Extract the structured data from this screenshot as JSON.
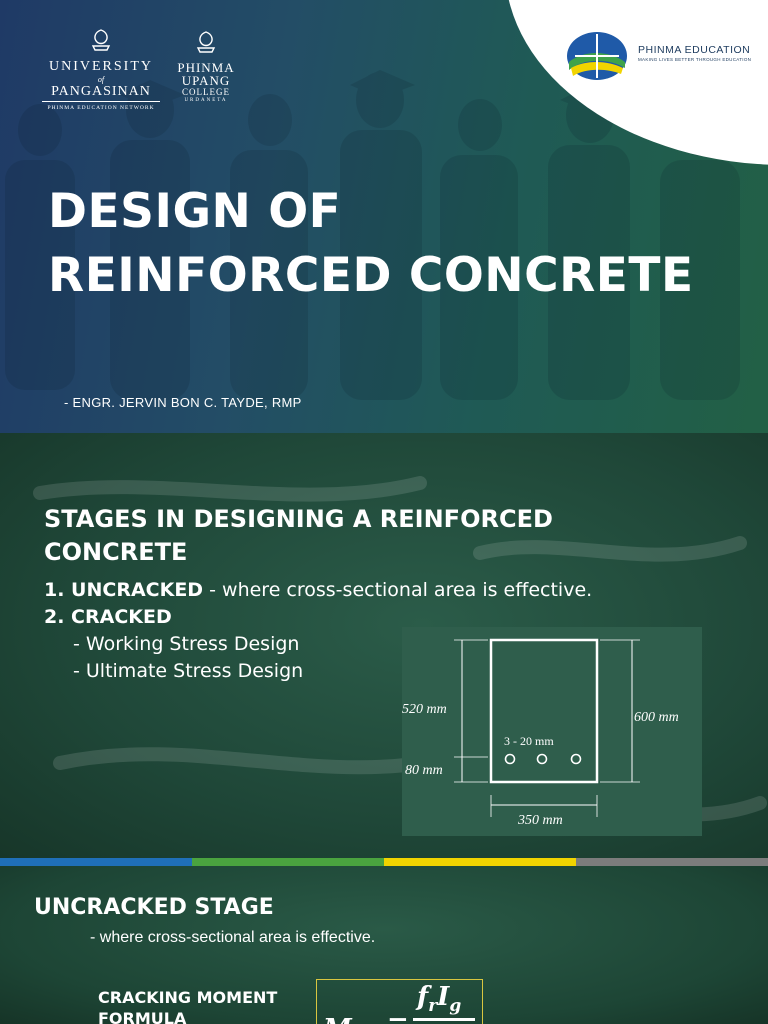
{
  "slide1": {
    "logo_up": {
      "line1": "UNIVERSITY",
      "line2": "of",
      "line3": "PANGASINAN",
      "line4": "PHINMA EDUCATION NETWORK"
    },
    "logo_pu": {
      "line1": "PHINMA",
      "line2": "UPANG",
      "line3": "COLLEGE",
      "line4": "URDANETA"
    },
    "phinma": {
      "name": "PHINMA EDUCATION",
      "tagline": "MAKING LIVES BETTER THROUGH EDUCATION"
    },
    "title_line1": "DESIGN OF",
    "title_line2": "REINFORCED CONCRETE",
    "author": "- ENGR. JERVIN BON C. TAYDE, RMP"
  },
  "slide2": {
    "title": "STAGES IN DESIGNING A REINFORCED CONCRETE",
    "item1_label": "1. UNCRACKED",
    "item1_desc": " - where cross-sectional area is effective.",
    "item2_label": "2. CRACKED",
    "sub1": "- Working Stress Design",
    "sub2": "- Ultimate Stress Design",
    "diagram": {
      "dim_520": "520 mm",
      "dim_80": "80 mm",
      "dim_600": "600 mm",
      "dim_350": "350 mm",
      "bars": "3 - 20 mm"
    }
  },
  "stripe_colors": [
    "#1f6fb8",
    "#4aa33f",
    "#f1d400",
    "#7c7c7c"
  ],
  "slide3": {
    "title": "UNCRACKED STAGE",
    "subtitle": "- where cross-sectional area is effective.",
    "label_line1": "CRACKING MOMENT",
    "label_line2": "FORMULA",
    "formula_lhs": "M",
    "formula_eq": "=",
    "formula_num": "frIg"
  }
}
